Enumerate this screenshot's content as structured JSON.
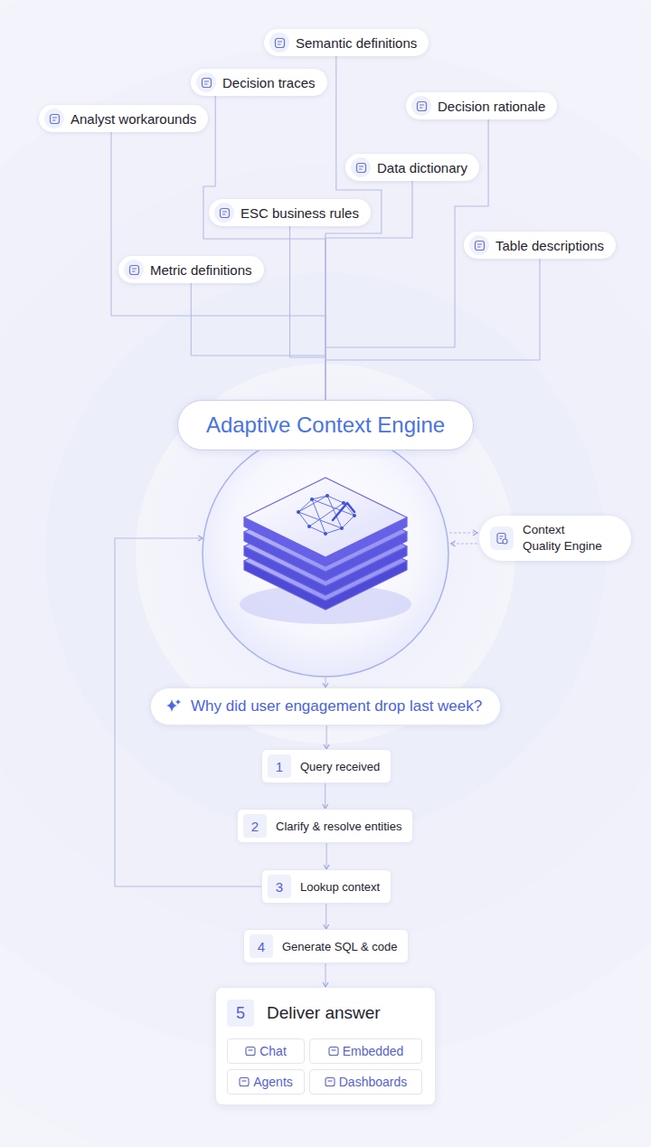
{
  "diagram": {
    "nodes": [
      {
        "text": [
          "Semantic definitions"
        ]
      },
      {
        "text": [
          "Decision traces"
        ]
      },
      {
        "text": [
          "Analyst workarounds"
        ]
      },
      {
        "text": [
          "Decision rationale"
        ]
      },
      {
        "text": [
          "Data dictionary"
        ]
      },
      {
        "text": [
          "ESC business rules"
        ]
      },
      {
        "text": [
          "Table descriptions"
        ]
      },
      {
        "text": [
          "Metric definitions"
        ]
      },
      {
        "text": [
          "Adaptive Context Engine"
        ]
      },
      {
        "text": [
          "Context Quality Engine"
        ]
      },
      {
        "text": [
          "Why did user engagement drop last week?"
        ]
      },
      {
        "text": [
          "1",
          "Query received"
        ]
      },
      {
        "text": [
          "2",
          "Clarify & resolve entities"
        ]
      },
      {
        "text": [
          "3",
          "Lookup context"
        ]
      },
      {
        "text": [
          "4",
          "Generate SQL & code"
        ]
      },
      {
        "text": [
          "5",
          "Deliver answer"
        ]
      },
      {
        "text": [
          "Chat"
        ],
        "in": 15
      },
      {
        "text": [
          "Embedded"
        ],
        "in": 15
      },
      {
        "text": [
          "Agents"
        ],
        "in": 15
      },
      {
        "text": [
          "Dashboards"
        ],
        "in": 15
      }
    ],
    "edges": [
      {
        "from": 0,
        "to": 8,
        "arrow": "none"
      },
      {
        "from": 1,
        "to": 8,
        "arrow": "none"
      },
      {
        "from": 2,
        "to": 8,
        "arrow": "none"
      },
      {
        "from": 3,
        "to": 8,
        "arrow": "none"
      },
      {
        "from": 4,
        "to": 8,
        "arrow": "none"
      },
      {
        "from": 5,
        "to": 8,
        "arrow": "none"
      },
      {
        "from": 6,
        "to": 8,
        "arrow": "none"
      },
      {
        "from": 7,
        "to": 8,
        "arrow": "none"
      },
      {
        "from": 8,
        "to": 10,
        "arrow": "to"
      },
      {
        "from": 10,
        "to": 11,
        "arrow": "to"
      },
      {
        "from": 11,
        "to": 12,
        "arrow": "to"
      },
      {
        "from": 12,
        "to": 13,
        "arrow": "to"
      },
      {
        "from": 13,
        "to": 14,
        "arrow": "to"
      },
      {
        "from": 14,
        "to": 15,
        "arrow": "to"
      },
      {
        "from": 13,
        "to": 8,
        "arrow": "to"
      },
      {
        "from": 8,
        "to": 9,
        "arrow": "to"
      },
      {
        "from": 9,
        "to": 8,
        "arrow": "to"
      }
    ]
  }
}
